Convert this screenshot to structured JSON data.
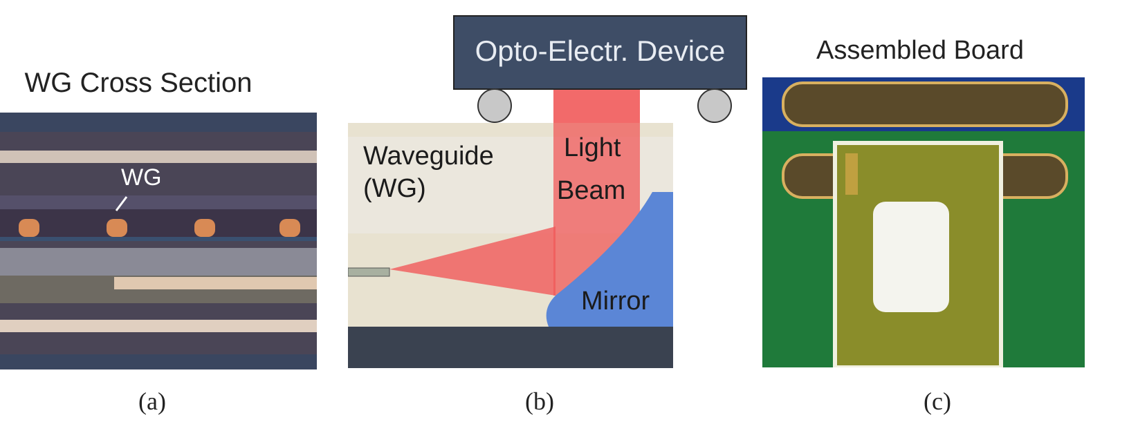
{
  "panel_a": {
    "title": "WG Cross Section",
    "wg_label": "WG",
    "caption": "(a)"
  },
  "panel_b": {
    "device_label": "Opto-Electr. Device",
    "waveguide_label": "Waveguide",
    "waveguide_abbrev": "(WG)",
    "beam_label_1": "Light",
    "beam_label_2": "Beam",
    "mirror_label": "Mirror",
    "caption": "(b)"
  },
  "panel_c": {
    "title": "Assembled Board",
    "caption": "(c)"
  },
  "colors": {
    "device": "#3e4d66",
    "beam": "#f05a5a",
    "mirror": "#5b86d6",
    "pcb": "#1f7a3a",
    "chip": "#8a8d2a"
  }
}
